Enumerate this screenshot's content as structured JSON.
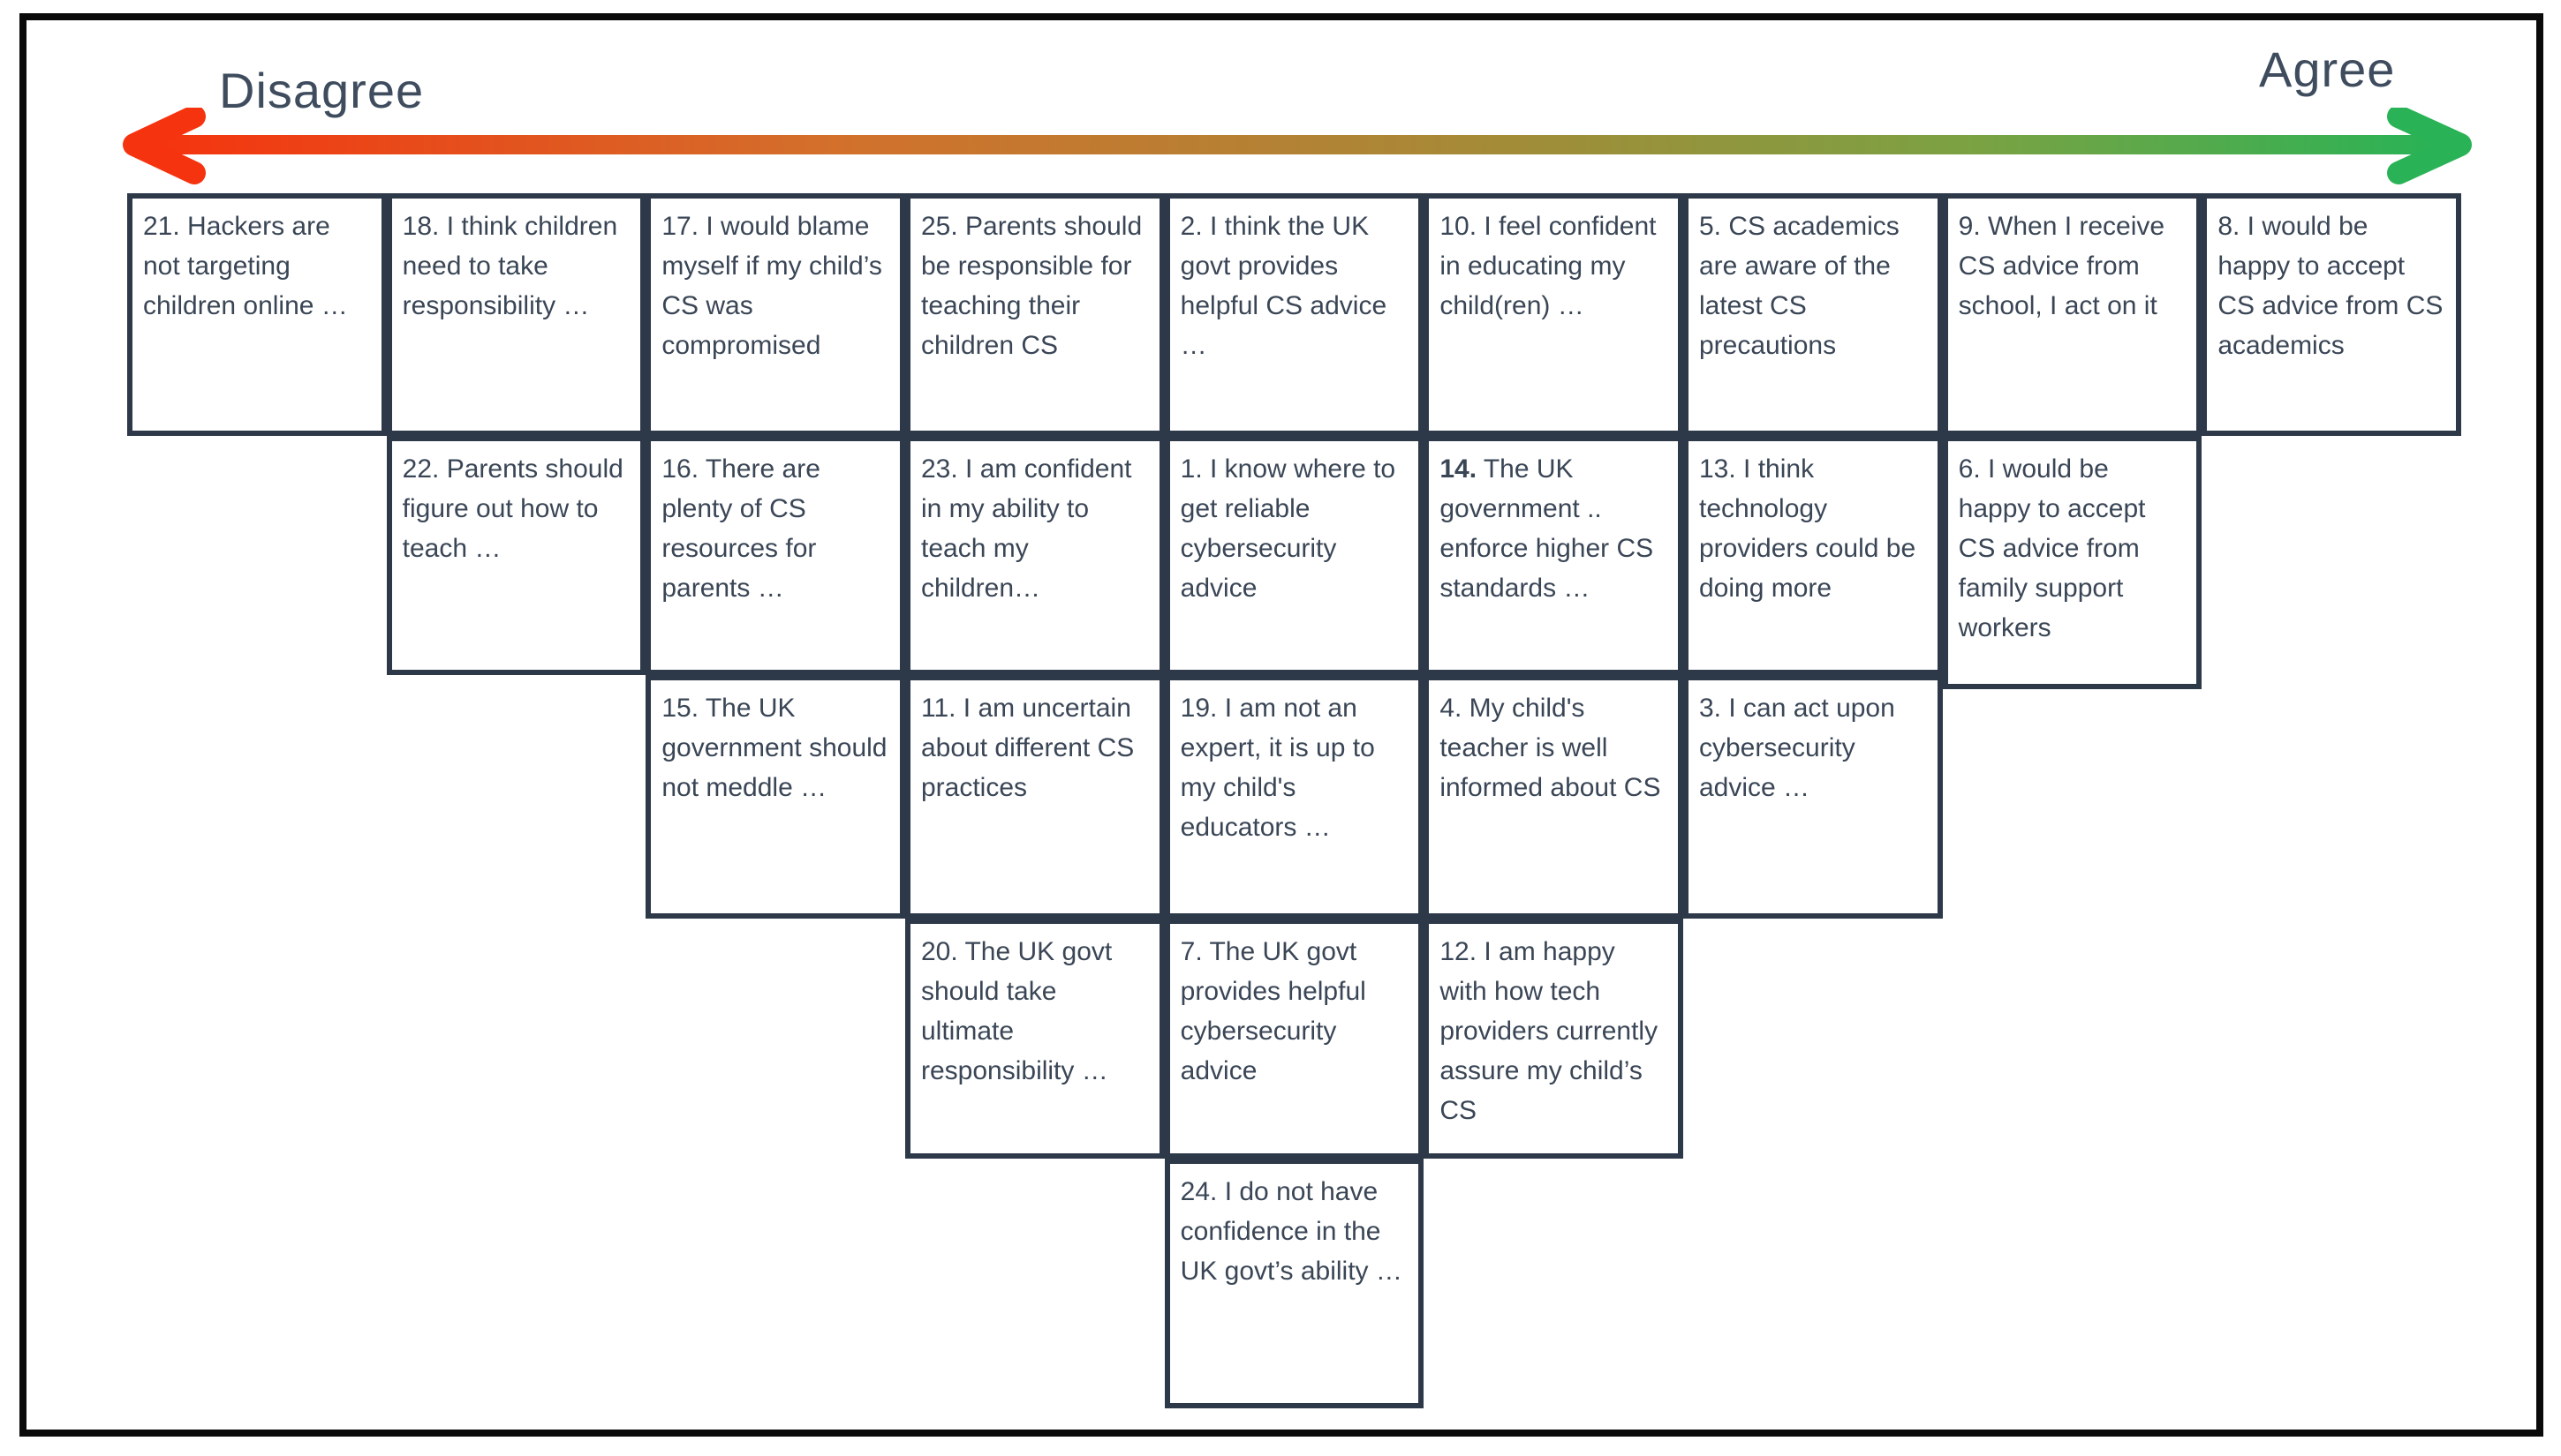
{
  "figure": {
    "background_color": "#ffffff",
    "frame_border_color": "#0a0a0a"
  },
  "axis": {
    "left_label": "Disagree",
    "right_label": "Agree",
    "label_color": "#3e4c5e",
    "arrow_start_color": "#f5330f",
    "arrow_mid_color_1": "#d2702c",
    "arrow_mid_color_2": "#ab8736",
    "arrow_mid_color_3": "#7aa243",
    "arrow_end_color": "#29b356"
  },
  "board": {
    "columns": 9,
    "rows": 5,
    "border_color": "#2d3949",
    "text_color": "#3a4656",
    "cells": [
      {
        "id": "21",
        "col": 1,
        "row": 1,
        "text": "21. Hackers are not targeting children online …"
      },
      {
        "id": "18",
        "col": 2,
        "row": 1,
        "text": "18. I think children need to take responsibility …"
      },
      {
        "id": "17",
        "col": 3,
        "row": 1,
        "text": "17. I would blame myself if my child’s CS was compromised"
      },
      {
        "id": "25",
        "col": 4,
        "row": 1,
        "text": "25. Parents should be responsible for teaching their children CS"
      },
      {
        "id": "2",
        "col": 5,
        "row": 1,
        "text": "2. I think the UK govt provides helpful CS advice …"
      },
      {
        "id": "10",
        "col": 6,
        "row": 1,
        "text": "10. I feel confident in educating my child(ren) …"
      },
      {
        "id": "5",
        "col": 7,
        "row": 1,
        "text": "5. CS academics are aware of the latest CS precautions"
      },
      {
        "id": "9",
        "col": 8,
        "row": 1,
        "text": "9. When I receive CS advice from school, I act on it"
      },
      {
        "id": "8",
        "col": 9,
        "row": 1,
        "text": "8. I would be happy to accept CS advice from CS academics"
      },
      {
        "id": "22",
        "col": 2,
        "row": 2,
        "text": "22. Parents should figure out how to teach …"
      },
      {
        "id": "16",
        "col": 3,
        "row": 2,
        "text": "16. There are plenty of CS resources for parents …"
      },
      {
        "id": "23",
        "col": 4,
        "row": 2,
        "text": "23. I am confident in my ability to teach my children…"
      },
      {
        "id": "1",
        "col": 5,
        "row": 2,
        "text": "1. I know where to get reliable cybersecurity advice"
      },
      {
        "id": "14",
        "col": 6,
        "row": 2,
        "bold_prefix": "14.",
        "text": " The UK government .. enforce higher CS standards …"
      },
      {
        "id": "13",
        "col": 7,
        "row": 2,
        "text": "13. I think technology providers could be doing more"
      },
      {
        "id": "6",
        "col": 8,
        "row": 2,
        "tall": true,
        "text": "6. I would be happy to accept CS advice from family support workers"
      },
      {
        "id": "15",
        "col": 3,
        "row": 3,
        "text": "15. The UK government should not meddle …"
      },
      {
        "id": "11",
        "col": 4,
        "row": 3,
        "text": "11.  I am uncertain about different CS practices"
      },
      {
        "id": "19",
        "col": 5,
        "row": 3,
        "text": "19. I am not an expert, it is up to my child's educators …"
      },
      {
        "id": "4",
        "col": 6,
        "row": 3,
        "text": "4. My child's teacher is well informed about CS"
      },
      {
        "id": "3",
        "col": 7,
        "row": 3,
        "text": "3. I can act upon cybersecurity advice …"
      },
      {
        "id": "20",
        "col": 4,
        "row": 4,
        "text": "20. The UK govt should take ultimate responsibility …"
      },
      {
        "id": "7",
        "col": 5,
        "row": 4,
        "text": "7. The UK govt provides helpful cybersecurity advice"
      },
      {
        "id": "12",
        "col": 6,
        "row": 4,
        "text": "12. I am happy with how tech providers currently assure my child’s CS"
      },
      {
        "id": "24",
        "col": 5,
        "row": 5,
        "text": "24. I do not have confidence in the UK govt’s ability …"
      }
    ]
  }
}
